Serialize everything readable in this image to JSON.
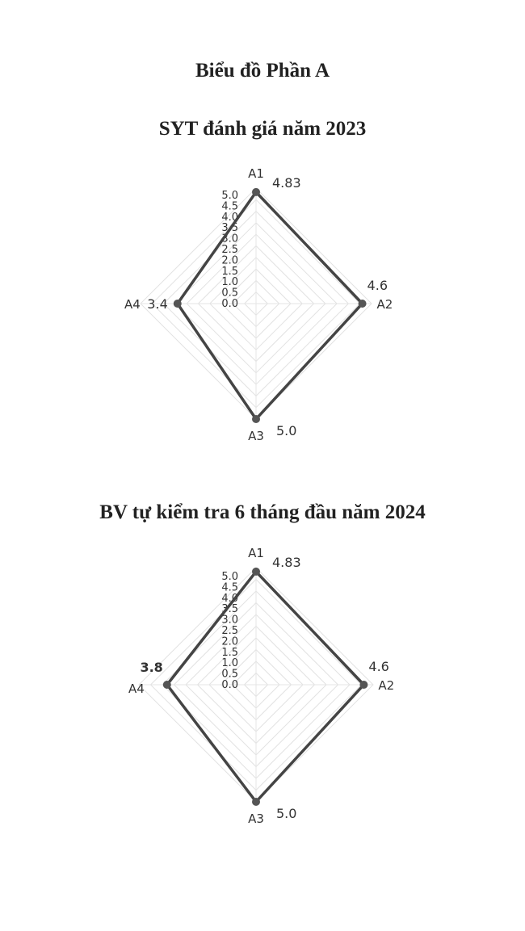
{
  "page_title": "Biểu đồ Phần A",
  "chart_data": [
    {
      "type": "radar",
      "title": "SYT đánh giá năm 2023",
      "categories": [
        "A1",
        "A2",
        "A3",
        "A4"
      ],
      "values": [
        4.83,
        4.6,
        5.0,
        3.4
      ],
      "value_labels": [
        "4.83",
        "4.6",
        "5.0",
        "3.4"
      ],
      "rlim": [
        0,
        5
      ],
      "ticks": [
        "0.0",
        "0.5",
        "1.0",
        "1.5",
        "2.0",
        "2.5",
        "3.0",
        "3.5",
        "4.0",
        "4.5",
        "5.0"
      ],
      "grid": true,
      "line_color": "#444444"
    },
    {
      "type": "radar",
      "title": "BV tự kiểm tra 6 tháng đầu năm 2024",
      "categories": [
        "A1",
        "A2",
        "A3",
        "A4"
      ],
      "values": [
        4.83,
        4.6,
        5.0,
        3.8
      ],
      "value_labels": [
        "4.83",
        "4.6",
        "5.0",
        "3.8"
      ],
      "rlim": [
        0,
        5
      ],
      "ticks": [
        "0.0",
        "0.5",
        "1.0",
        "1.5",
        "2.0",
        "2.5",
        "3.0",
        "3.5",
        "4.0",
        "4.5",
        "5.0"
      ],
      "grid": true,
      "line_color": "#444444"
    }
  ]
}
